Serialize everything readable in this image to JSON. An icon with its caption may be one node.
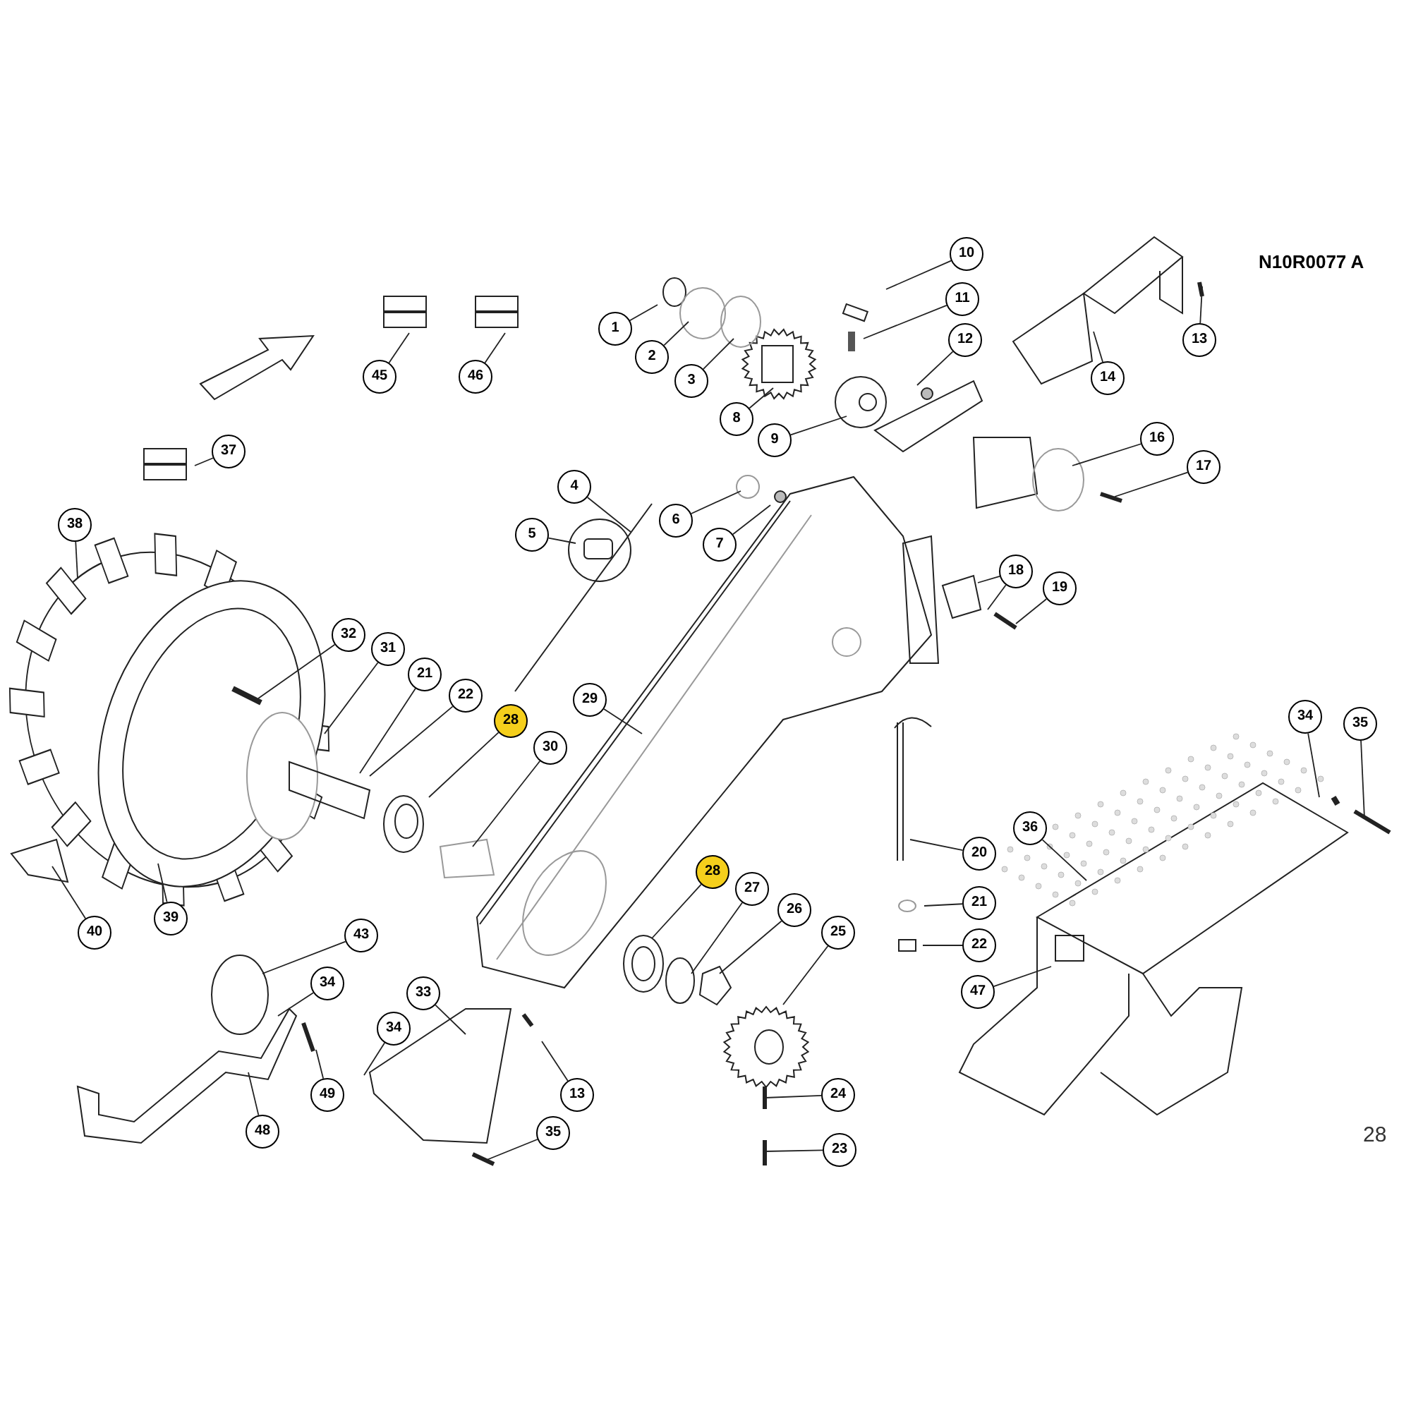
{
  "diagram": {
    "nodes": [
      {
        "text": [
          "10"
        ]
      },
      {
        "text": [
          "1"
        ]
      },
      {
        "text": [
          "11"
        ]
      },
      {
        "text": [
          "13"
        ]
      },
      {
        "text": [
          "12"
        ]
      },
      {
        "text": [
          "2"
        ]
      },
      {
        "text": [
          "45"
        ]
      },
      {
        "text": [
          "46"
        ]
      },
      {
        "text": [
          "14"
        ]
      },
      {
        "text": [
          "3"
        ]
      },
      {
        "text": [
          "8"
        ]
      },
      {
        "text": [
          "16"
        ]
      },
      {
        "text": [
          "9"
        ]
      },
      {
        "text": [
          "37"
        ]
      },
      {
        "text": [
          "17"
        ]
      },
      {
        "text": [
          "4"
        ]
      },
      {
        "text": [
          "6"
        ]
      },
      {
        "text": [
          "38"
        ]
      },
      {
        "text": [
          "5"
        ]
      },
      {
        "text": [
          "7"
        ]
      },
      {
        "text": [
          "18"
        ]
      },
      {
        "text": [
          "19"
        ]
      },
      {
        "text": [
          "32"
        ]
      },
      {
        "text": [
          "31"
        ]
      },
      {
        "text": [
          "21"
        ]
      },
      {
        "text": [
          "22"
        ]
      },
      {
        "text": [
          "29"
        ]
      },
      {
        "text": [
          "34"
        ]
      },
      {
        "text": [
          "28"
        ]
      },
      {
        "text": [
          "35"
        ]
      },
      {
        "text": [
          "30"
        ]
      },
      {
        "text": [
          "36"
        ]
      },
      {
        "text": [
          "20"
        ]
      },
      {
        "text": [
          "28"
        ]
      },
      {
        "text": [
          "27"
        ]
      },
      {
        "text": [
          "21"
        ]
      },
      {
        "text": [
          "26"
        ]
      },
      {
        "text": [
          "39"
        ]
      },
      {
        "text": [
          "40"
        ]
      },
      {
        "text": [
          "25"
        ]
      },
      {
        "text": [
          "43"
        ]
      },
      {
        "text": [
          "22"
        ]
      },
      {
        "text": [
          "34"
        ]
      },
      {
        "text": [
          "47"
        ]
      },
      {
        "text": [
          "33"
        ]
      },
      {
        "text": [
          "34"
        ]
      },
      {
        "text": [
          "24"
        ]
      },
      {
        "text": [
          "49"
        ]
      },
      {
        "text": [
          "13"
        ]
      },
      {
        "text": [
          "48"
        ]
      },
      {
        "text": [
          "35"
        ]
      },
      {
        "text": [
          "23"
        ]
      }
    ],
    "edges": [
      {
        "from": 0,
        "to": null,
        "arrow": "none"
      },
      {
        "from": 1,
        "to": null,
        "arrow": "none"
      },
      {
        "from": 2,
        "to": null,
        "arrow": "none"
      },
      {
        "from": 3,
        "to": null,
        "arrow": "none"
      },
      {
        "from": 4,
        "to": null,
        "arrow": "none"
      },
      {
        "from": 5,
        "to": null,
        "arrow": "none"
      },
      {
        "from": 6,
        "to": null,
        "arrow": "none"
      },
      {
        "from": 7,
        "to": null,
        "arrow": "none"
      },
      {
        "from": 8,
        "to": null,
        "arrow": "none"
      },
      {
        "from": 9,
        "to": null,
        "arrow": "none"
      },
      {
        "from": 10,
        "to": null,
        "arrow": "none"
      },
      {
        "from": 11,
        "to": null,
        "arrow": "none"
      },
      {
        "from": 12,
        "to": null,
        "arrow": "none"
      },
      {
        "from": 13,
        "to": null,
        "arrow": "none"
      },
      {
        "from": 14,
        "to": null,
        "arrow": "none"
      },
      {
        "from": 15,
        "to": null,
        "arrow": "none"
      },
      {
        "from": 16,
        "to": null,
        "arrow": "none"
      },
      {
        "from": 17,
        "to": null,
        "arrow": "none"
      },
      {
        "from": 18,
        "to": null,
        "arrow": "none"
      },
      {
        "from": 19,
        "to": null,
        "arrow": "none"
      },
      {
        "from": 20,
        "to": null,
        "arrow": "none"
      },
      {
        "from": 20,
        "to": null,
        "arrow": "none"
      },
      {
        "from": 21,
        "to": null,
        "arrow": "none"
      },
      {
        "from": 22,
        "to": null,
        "arrow": "none"
      },
      {
        "from": 23,
        "to": null,
        "arrow": "none"
      },
      {
        "from": 24,
        "to": null,
        "arrow": "none"
      },
      {
        "from": 25,
        "to": null,
        "arrow": "none"
      },
      {
        "from": 26,
        "to": null,
        "arrow": "none"
      },
      {
        "from": 27,
        "to": null,
        "arrow": "none"
      },
      {
        "from": 28,
        "to": null,
        "arrow": "none"
      },
      {
        "from": 29,
        "to": null,
        "arrow": "none"
      },
      {
        "from": 30,
        "to": null,
        "arrow": "none"
      },
      {
        "from": 31,
        "to": null,
        "arrow": "none"
      },
      {
        "from": 32,
        "to": null,
        "arrow": "none"
      },
      {
        "from": 33,
        "to": null,
        "arrow": "none"
      },
      {
        "from": 34,
        "to": null,
        "arrow": "none"
      },
      {
        "from": 35,
        "to": null,
        "arrow": "none"
      },
      {
        "from": 36,
        "to": null,
        "arrow": "none"
      },
      {
        "from": 37,
        "to": null,
        "arrow": "none"
      },
      {
        "from": 38,
        "to": null,
        "arrow": "none"
      },
      {
        "from": 39,
        "to": null,
        "arrow": "none"
      },
      {
        "from": 40,
        "to": null,
        "arrow": "none"
      },
      {
        "from": 41,
        "to": null,
        "arrow": "none"
      },
      {
        "from": 42,
        "to": null,
        "arrow": "none"
      },
      {
        "from": 43,
        "to": null,
        "arrow": "none"
      },
      {
        "from": 44,
        "to": null,
        "arrow": "none"
      },
      {
        "from": 45,
        "to": null,
        "arrow": "none"
      },
      {
        "from": 46,
        "to": null,
        "arrow": "none"
      },
      {
        "from": 47,
        "to": null,
        "arrow": "none"
      },
      {
        "from": 48,
        "to": null,
        "arrow": "none"
      },
      {
        "from": 49,
        "to": null,
        "arrow": "none"
      },
      {
        "from": 50,
        "to": null,
        "arrow": "none"
      },
      {
        "from": 51,
        "to": null,
        "arrow": "none"
      }
    ],
    "labels": [
      "N10R0077 A",
      "28"
    ]
  }
}
